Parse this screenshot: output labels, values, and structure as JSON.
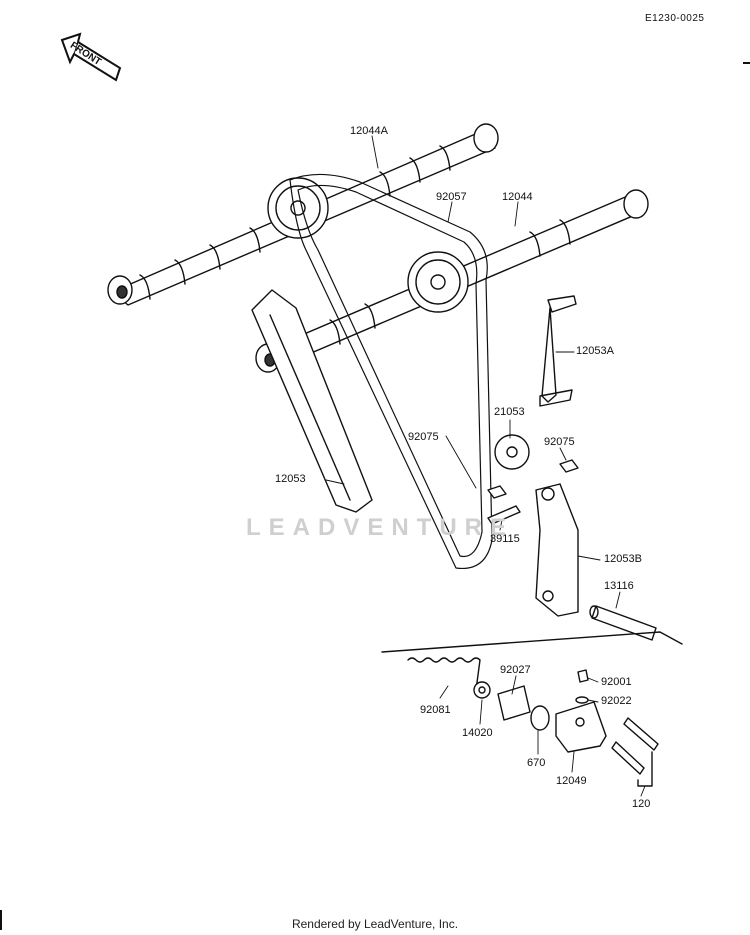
{
  "diagram": {
    "code": "E1230-0025",
    "front_label": "FRONT",
    "watermark": "LEADVENTURE",
    "footer": "Rendered by LeadVenture, Inc."
  },
  "labels": [
    {
      "id": "12044A",
      "text": "12044A"
    },
    {
      "id": "92057",
      "text": "92057"
    },
    {
      "id": "12044",
      "text": "12044"
    },
    {
      "id": "12053A",
      "text": "12053A"
    },
    {
      "id": "21053",
      "text": "21053"
    },
    {
      "id": "92075a",
      "text": "92075"
    },
    {
      "id": "92075b",
      "text": "92075"
    },
    {
      "id": "12053",
      "text": "12053"
    },
    {
      "id": "39115",
      "text": "39115"
    },
    {
      "id": "12053B",
      "text": "12053B"
    },
    {
      "id": "13116",
      "text": "13116"
    },
    {
      "id": "92027",
      "text": "92027"
    },
    {
      "id": "92001",
      "text": "92001"
    },
    {
      "id": "92081",
      "text": "92081"
    },
    {
      "id": "92022",
      "text": "92022"
    },
    {
      "id": "14020",
      "text": "14020"
    },
    {
      "id": "670",
      "text": "670"
    },
    {
      "id": "12049",
      "text": "12049"
    },
    {
      "id": "120",
      "text": "120"
    }
  ]
}
